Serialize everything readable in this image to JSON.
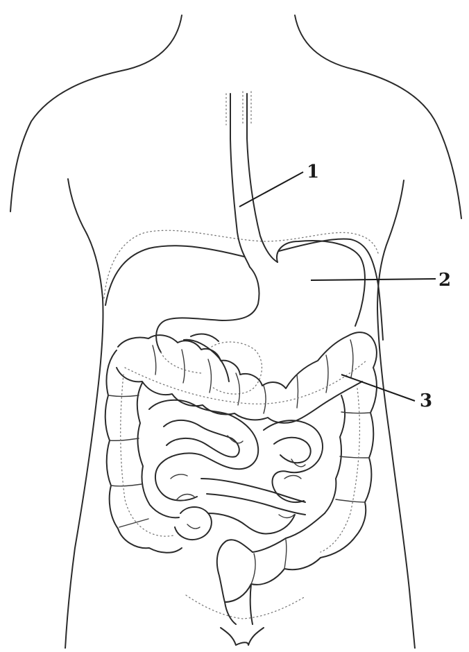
{
  "labels": [
    {
      "id": "1",
      "text": "1"
    },
    {
      "id": "2",
      "text": "2"
    },
    {
      "id": "3",
      "text": "3"
    }
  ],
  "colors": {
    "ink": "#2a2a2a",
    "background": "#ffffff"
  }
}
